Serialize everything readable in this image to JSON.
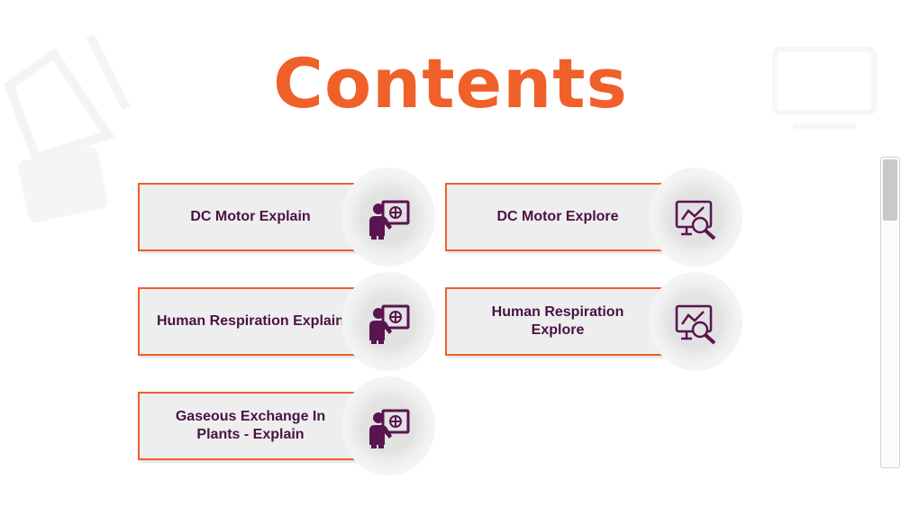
{
  "title": "Contents",
  "colors": {
    "accent": "#f0602a",
    "text": "#4a1244",
    "card_bg": "#eeeeee"
  },
  "items": [
    {
      "label": "DC Motor Explain",
      "icon": "teacher-board-icon"
    },
    {
      "label": "DC Motor Explore",
      "icon": "chart-magnifier-icon"
    },
    {
      "label": "Human Respiration Explain",
      "icon": "teacher-board-icon"
    },
    {
      "label": "Human Respiration Explore",
      "icon": "chart-magnifier-icon"
    },
    {
      "label": "Gaseous Exchange In Plants - Explain",
      "icon": "teacher-board-icon"
    }
  ]
}
